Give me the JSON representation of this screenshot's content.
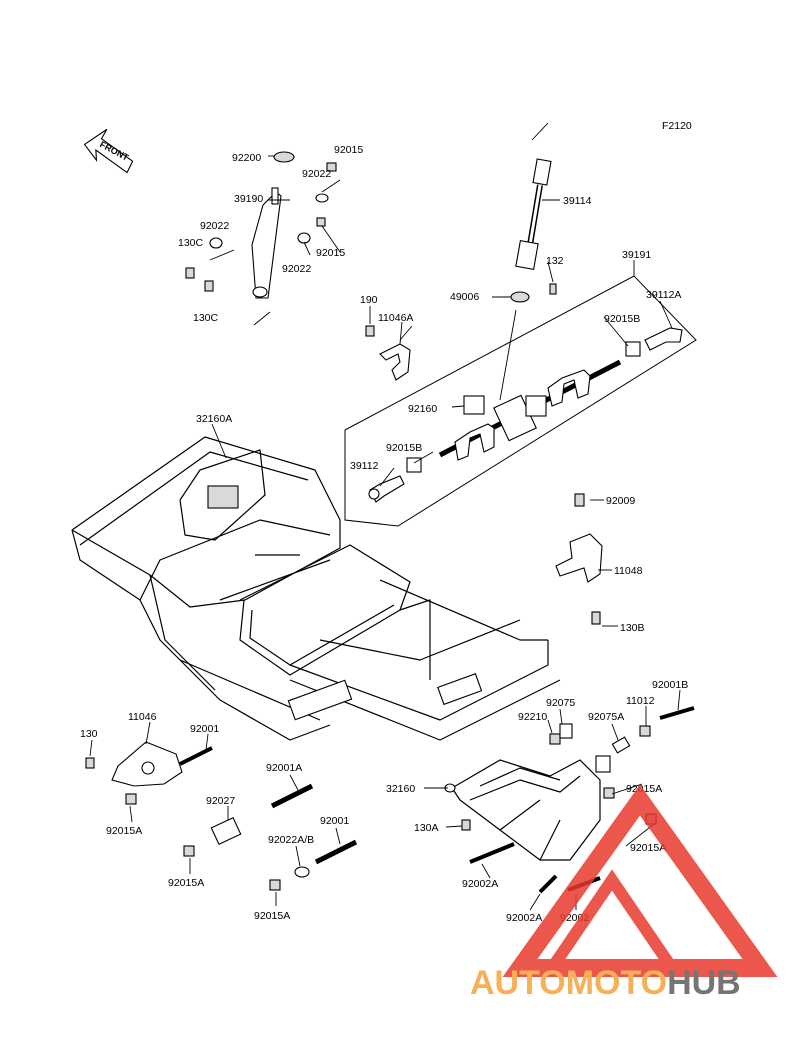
{
  "diagram_code": "F2120",
  "front_label": "FRONT",
  "labels": {
    "l92200": "92200",
    "l92015_top": "92015",
    "l92022_a": "92022",
    "l39190": "39190",
    "l92022_b": "92022",
    "l130C_a": "130C",
    "l92015_mid": "92015",
    "l92022_c": "92022",
    "l130C_b": "130C",
    "l39114": "39114",
    "l132": "132",
    "l49006": "49006",
    "l39191": "39191",
    "l39112A": "39112A",
    "l190": "190",
    "l11046A": "11046A",
    "l92015B_a": "92015B",
    "l92160": "92160",
    "l32160A": "32160A",
    "l92015B_b": "92015B",
    "l39112": "39112",
    "l92009": "92009",
    "l11048": "11048",
    "l130B": "130B",
    "l130": "130",
    "l11046": "11046",
    "l92001_a": "92001",
    "l92015A_a": "92015A",
    "l92001A": "92001A",
    "l92027": "92027",
    "l92001_b": "92001",
    "l92022AB": "92022A/B",
    "l92015A_b": "92015A",
    "l92015A_c": "92015A",
    "l92075": "92075",
    "l92210": "92210",
    "l92075A": "92075A",
    "l11012": "11012",
    "l92001B": "92001B",
    "l32160": "32160",
    "l92015A_d": "92015A",
    "l130A": "130A",
    "l92015A_e": "92015A",
    "l92002A_a": "92002A",
    "l92002A_b": "92002A",
    "l92002": "92002"
  },
  "watermark": {
    "part1": "AUTOMOTO",
    "part2": "HUB"
  },
  "colors": {
    "line": "#000000",
    "watermark_red": "#e83a2f",
    "watermark_orange": "#f5a33a",
    "watermark_gray": "#5d5d5d"
  }
}
